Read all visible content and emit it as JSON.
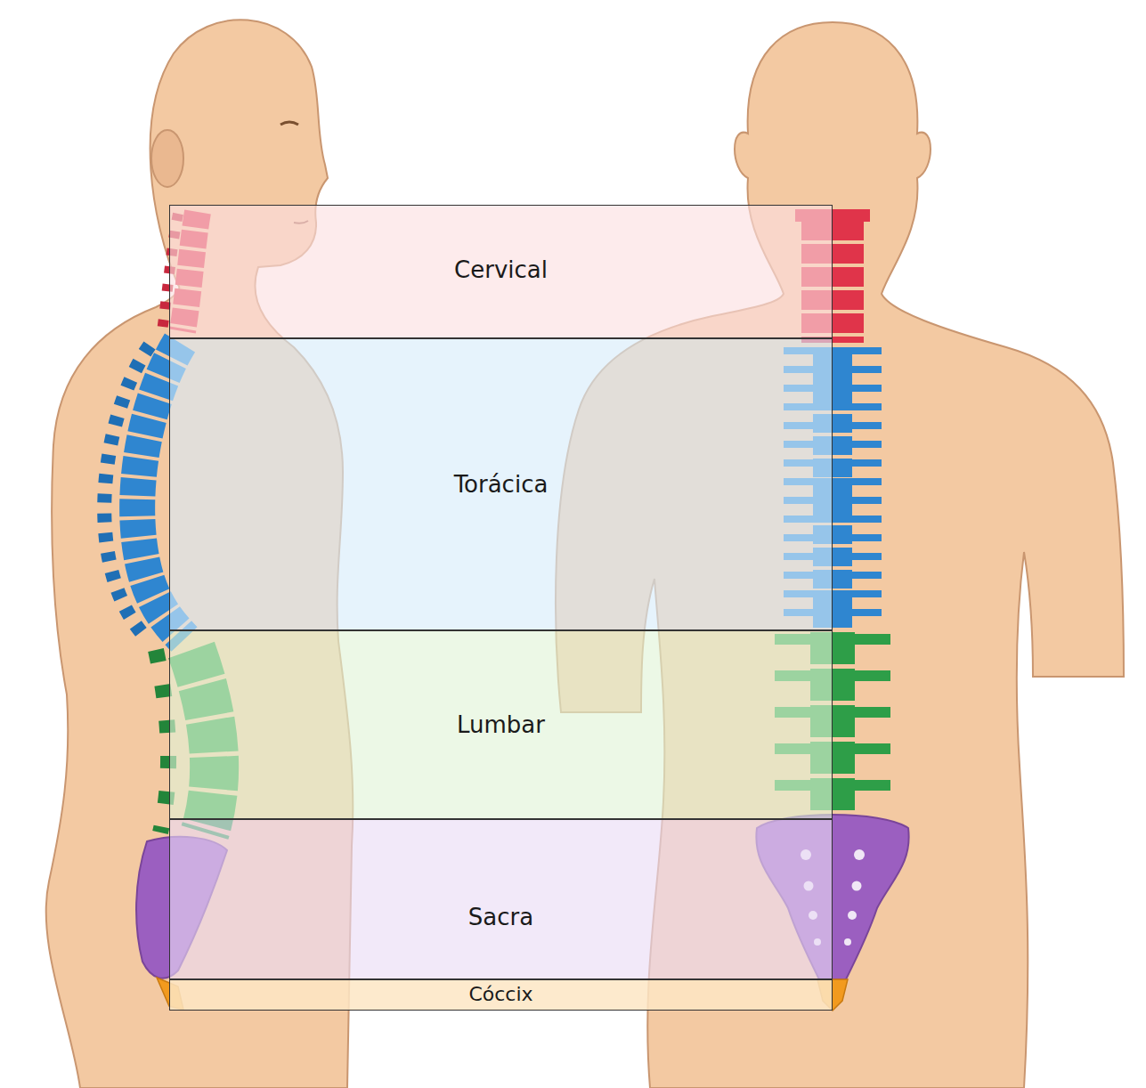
{
  "diagram": {
    "nodes": [
      {
        "text": [
          "Cervical"
        ]
      },
      {
        "text": [
          "Torácica"
        ]
      },
      {
        "text": [
          "Lumbar"
        ]
      },
      {
        "text": [
          "Sacra"
        ]
      },
      {
        "text": [
          "Cóccix"
        ]
      }
    ]
  }
}
